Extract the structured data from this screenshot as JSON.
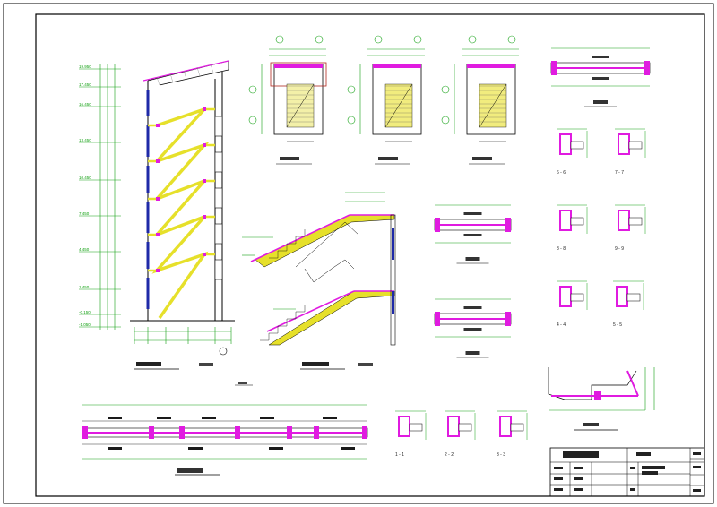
{
  "elevation_levels": [
    "19.950",
    "17.450",
    "16.450",
    "13.450",
    "10.450",
    "7.450",
    "4.450",
    "1.450",
    "-0.150",
    "-1.050"
  ],
  "section_labels": [
    "1 - 1",
    "2 - 2",
    "3 - 3",
    "4 - 4",
    "5 - 5",
    "6 - 6",
    "7 - 7",
    "8 - 8",
    "9 - 9"
  ],
  "colors": {
    "frame": "#000000",
    "dimension": "#12a012",
    "concrete": "#e6e02a",
    "beam": "#e01be0",
    "grid": "#12a012",
    "column": "#1f2aa8",
    "text": "#1a1a1a"
  }
}
